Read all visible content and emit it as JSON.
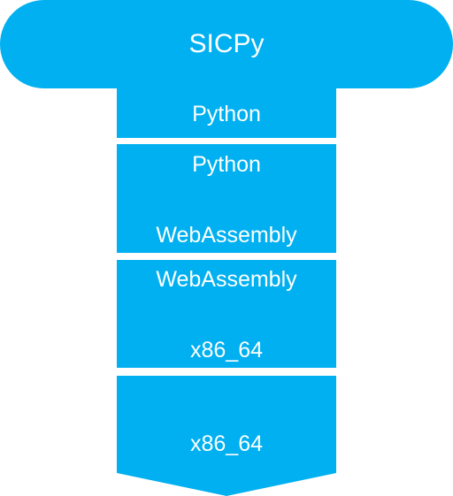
{
  "title": "SICPy",
  "layers": [
    {
      "top_label": "Python",
      "bottom_label": ""
    },
    {
      "top_label": "Python",
      "bottom_label": "WebAssembly"
    },
    {
      "top_label": "WebAssembly",
      "bottom_label": "x86_64"
    },
    {
      "top_label": "",
      "bottom_label": "x86_64"
    }
  ],
  "colors": {
    "fill": "#00b0f0",
    "text": "#ffffff",
    "background": "#ffffff"
  }
}
